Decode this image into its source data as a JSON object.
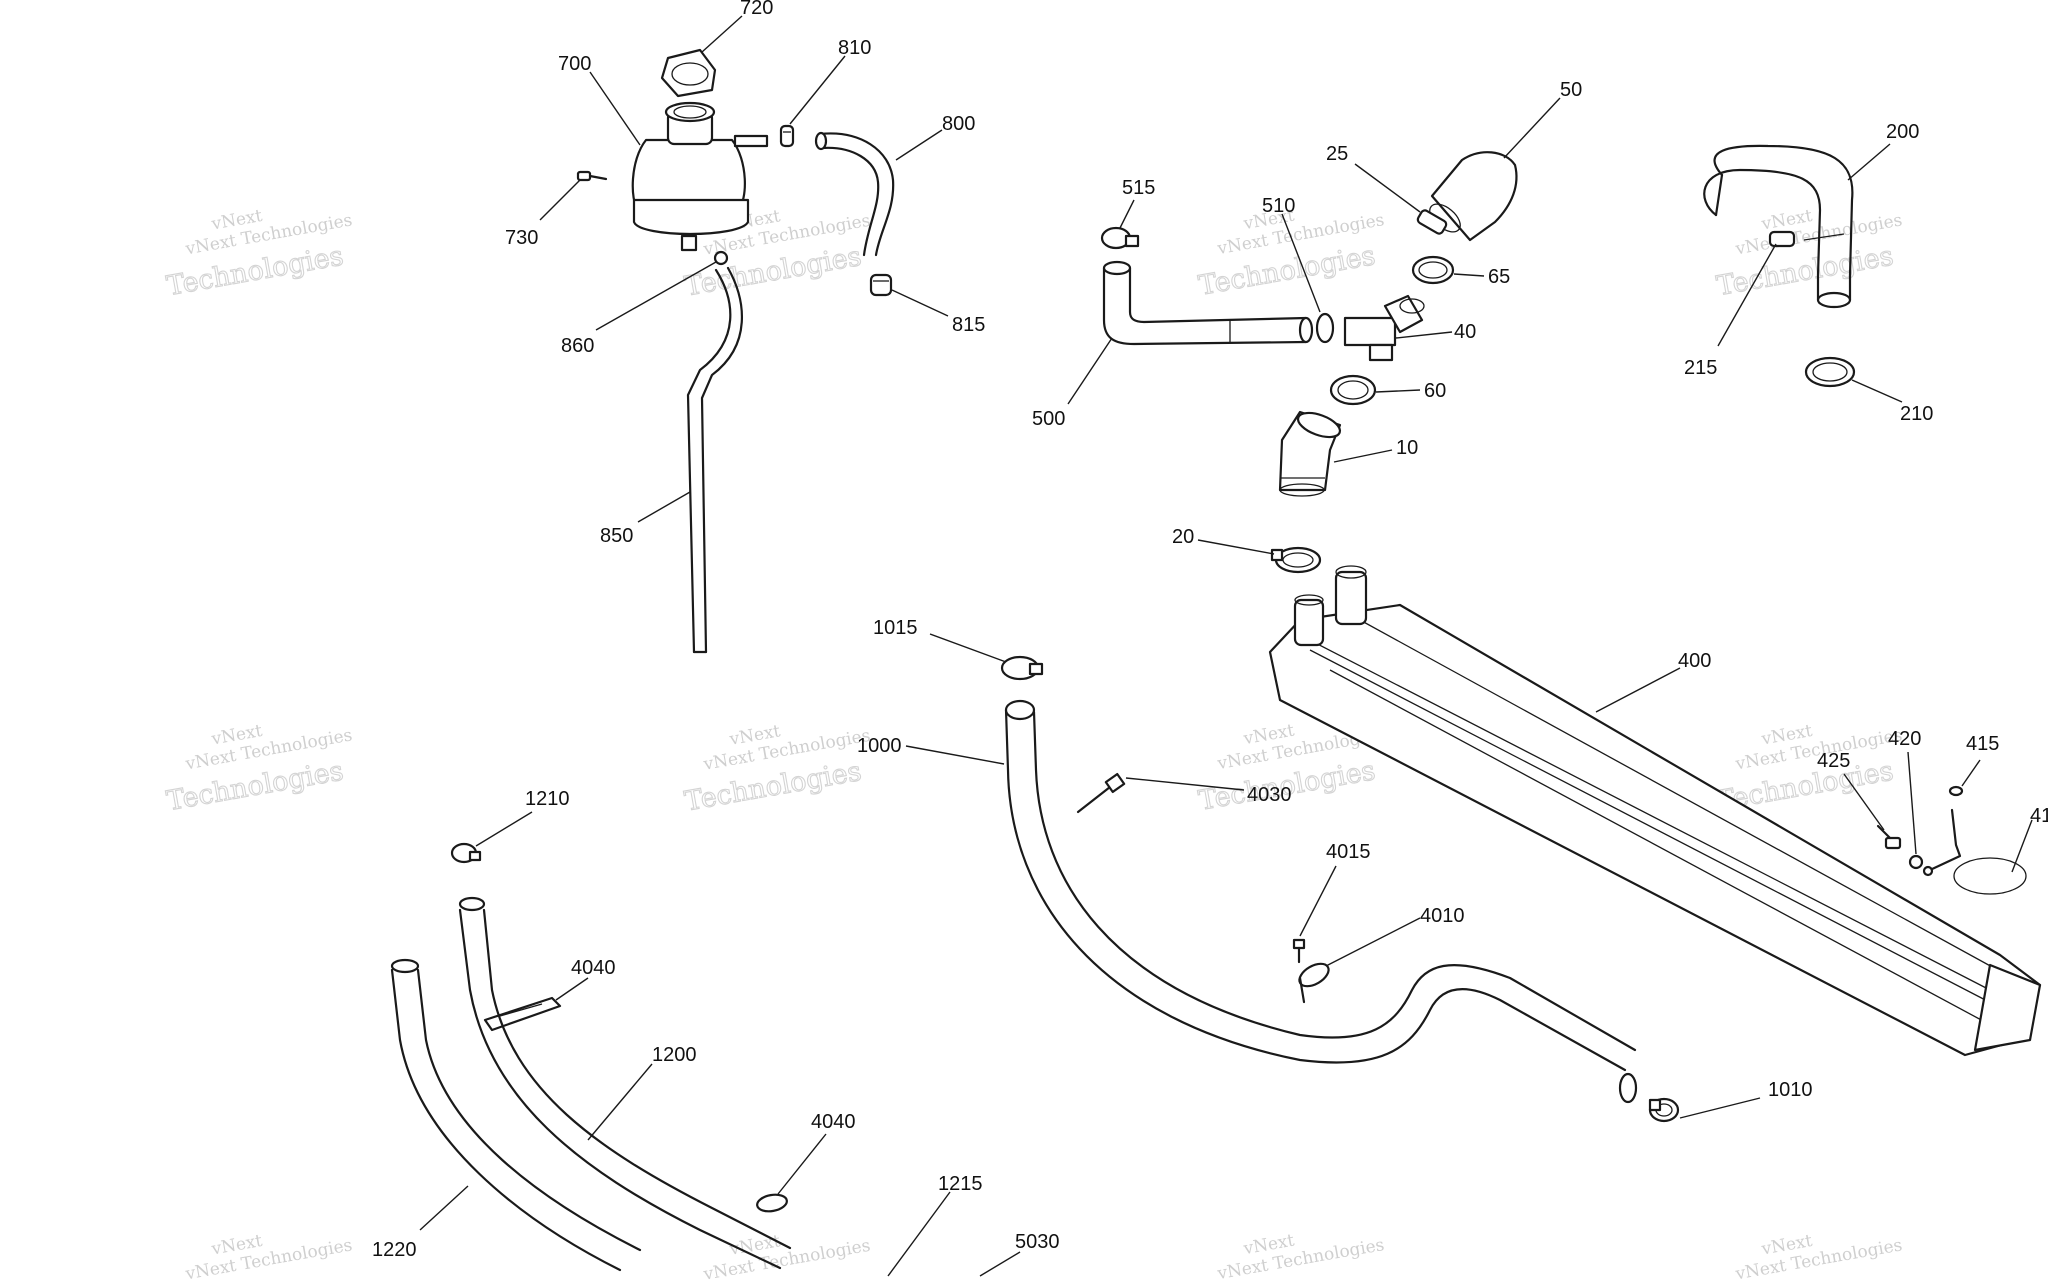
{
  "watermark": {
    "line1": "vNext",
    "line2": "vNext Technologies",
    "line3": "Technologies"
  },
  "callouts": [
    {
      "id": "c720",
      "label": "720"
    },
    {
      "id": "c700",
      "label": "700"
    },
    {
      "id": "c810",
      "label": "810"
    },
    {
      "id": "c800",
      "label": "800"
    },
    {
      "id": "c730",
      "label": "730"
    },
    {
      "id": "c860",
      "label": "860"
    },
    {
      "id": "c815",
      "label": "815"
    },
    {
      "id": "c850",
      "label": "850"
    },
    {
      "id": "c50",
      "label": "50"
    },
    {
      "id": "c25",
      "label": "25"
    },
    {
      "id": "c515",
      "label": "515"
    },
    {
      "id": "c510",
      "label": "510"
    },
    {
      "id": "c65",
      "label": "65"
    },
    {
      "id": "c40",
      "label": "40"
    },
    {
      "id": "c500",
      "label": "500"
    },
    {
      "id": "c60",
      "label": "60"
    },
    {
      "id": "c10",
      "label": "10"
    },
    {
      "id": "c20",
      "label": "20"
    },
    {
      "id": "c200",
      "label": "200"
    },
    {
      "id": "c215",
      "label": "215"
    },
    {
      "id": "c210",
      "label": "210"
    },
    {
      "id": "c400",
      "label": "400"
    },
    {
      "id": "c1015",
      "label": "1015"
    },
    {
      "id": "c1000",
      "label": "1000"
    },
    {
      "id": "c4030",
      "label": "4030"
    },
    {
      "id": "c425",
      "label": "425"
    },
    {
      "id": "c420",
      "label": "420"
    },
    {
      "id": "c415",
      "label": "415"
    },
    {
      "id": "c41x",
      "label": "41"
    },
    {
      "id": "c4015",
      "label": "4015"
    },
    {
      "id": "c4010",
      "label": "4010"
    },
    {
      "id": "c1210",
      "label": "1210"
    },
    {
      "id": "c4040a",
      "label": "4040"
    },
    {
      "id": "c1200",
      "label": "1200"
    },
    {
      "id": "c4040b",
      "label": "4040"
    },
    {
      "id": "c1215",
      "label": "1215"
    },
    {
      "id": "c5030",
      "label": "5030"
    },
    {
      "id": "c1220",
      "label": "1220"
    },
    {
      "id": "c1010",
      "label": "1010"
    }
  ]
}
